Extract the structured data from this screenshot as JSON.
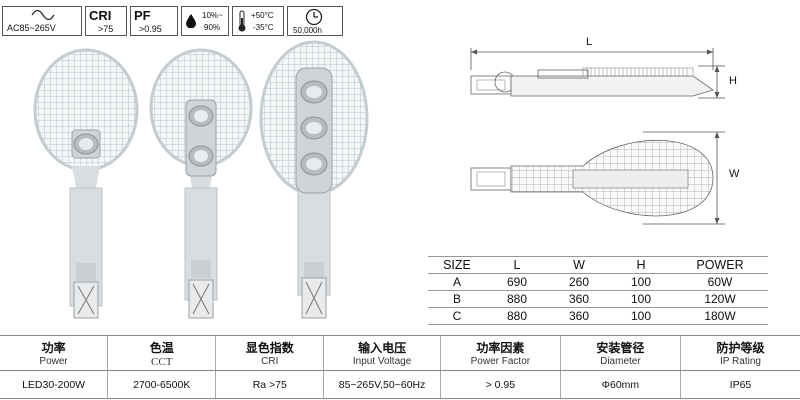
{
  "spec_icons": {
    "voltage": "AC85~265V",
    "cri_label": "CRI",
    "cri_value": ">75",
    "pf_label": "PF",
    "pf_value": ">0.95",
    "humidity": [
      "10%~",
      "90%"
    ],
    "temperature": [
      "+50°C",
      "-35°C"
    ],
    "lifetime": "50,000h",
    "icons": [
      "sine-wave-icon",
      "water-drop-icon",
      "thermometer-icon",
      "clock-icon"
    ]
  },
  "product_images": [
    "street-light-1-module",
    "street-light-2-modules",
    "street-light-3-modules"
  ],
  "diagram": {
    "length_label": "L",
    "height_label": "H",
    "width_label": "W"
  },
  "size_table": {
    "headers": [
      "SIZE",
      "L",
      "W",
      "H",
      "POWER"
    ],
    "rows": [
      [
        "A",
        "690",
        "260",
        "100",
        "60W"
      ],
      [
        "B",
        "880",
        "360",
        "100",
        "120W"
      ],
      [
        "C",
        "880",
        "360",
        "100",
        "180W"
      ]
    ]
  },
  "spec_table": {
    "headers": [
      {
        "zh": "功率",
        "en": "Power"
      },
      {
        "zh": "色温",
        "en": "CCT"
      },
      {
        "zh": "显色指数",
        "en": "CRI"
      },
      {
        "zh": "输入电压",
        "en": "Input Voltage"
      },
      {
        "zh": "功率因素",
        "en": "Power Factor"
      },
      {
        "zh": "安装管径",
        "en": "Diameter"
      },
      {
        "zh": "防护等级",
        "en": "IP Rating"
      }
    ],
    "values": [
      "LED30-200W",
      "2700-6500K",
      "Ra >75",
      "85~265V,50~60Hz",
      "> 0.95",
      "Φ60mm",
      "IP65"
    ]
  }
}
